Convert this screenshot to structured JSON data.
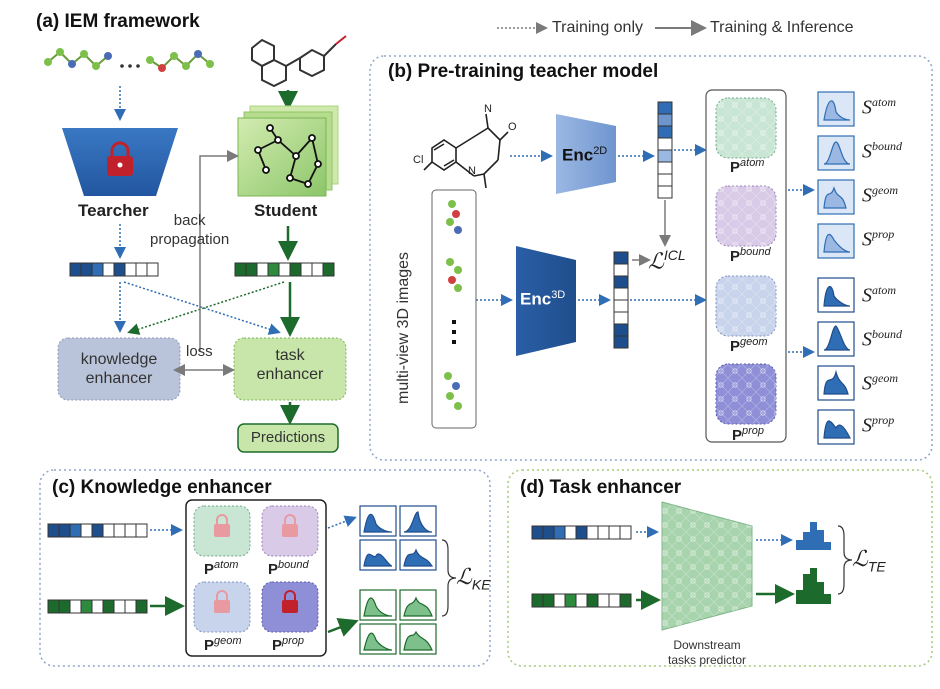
{
  "legend": {
    "training_only": "Training only",
    "training_inference": "Training & Inference"
  },
  "panel_a": {
    "title": "(a) IEM framework",
    "teacher": "Tearcher",
    "student": "Student",
    "back_propagation": "back\npropagation",
    "loss": "loss",
    "knowledge_enhancer": "knowledge\nenhancer",
    "task_enhancer": "task\nenhancer",
    "predictions": "Predictions"
  },
  "panel_b": {
    "title": "(b) Pre-training teacher model",
    "enc2d": "Enc",
    "enc2d_sup": "2D",
    "enc3d": "Enc",
    "enc3d_sup": "3D",
    "multiview": "multi-view 3D images",
    "icl_prefix": "ℒ",
    "icl_sup": "ICL",
    "heads": [
      {
        "base": "P",
        "sup": "atom"
      },
      {
        "base": "P",
        "sup": "bound"
      },
      {
        "base": "P",
        "sup": "geom"
      },
      {
        "base": "P",
        "sup": "prop"
      }
    ],
    "s_labels": [
      {
        "base": "S",
        "sup": "atom"
      },
      {
        "base": "S",
        "sup": "bound"
      },
      {
        "base": "S",
        "sup": "geom"
      },
      {
        "base": "S",
        "sup": "prop"
      }
    ],
    "molecule_cl": "Cl",
    "molecule_n1": "N",
    "molecule_n2": "N",
    "molecule_o": "O"
  },
  "panel_c": {
    "title": "(c) Knowledge enhancer",
    "heads": [
      {
        "base": "P",
        "sup": "atom"
      },
      {
        "base": "P",
        "sup": "bound"
      },
      {
        "base": "P",
        "sup": "geom"
      },
      {
        "base": "P",
        "sup": "prop"
      }
    ],
    "loss_prefix": "ℒ",
    "loss_sub": "KE"
  },
  "panel_d": {
    "title": "(d) Task enhancer",
    "predictor": "Downstream\ntasks predictor",
    "loss_prefix": "ℒ",
    "loss_sub": "TE"
  },
  "colors": {
    "blue_dark": "#1f4e8c",
    "blue_mid": "#2f6db5",
    "green_dark": "#1d6b2c",
    "green_mid": "#2e8b3e",
    "lock_red": "#c0212b",
    "teacher_blue": "#2c66b0"
  }
}
